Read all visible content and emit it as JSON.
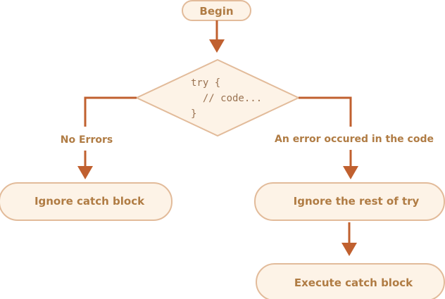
{
  "colors": {
    "node_fill": "#fdf3e7",
    "node_stroke": "#e2bb9a",
    "label_text": "#b07c44",
    "code_text": "#9a7352",
    "arrow": "#c0602f",
    "background": "#ffffff"
  },
  "diagram": {
    "begin_label": "Begin",
    "decision_code_lines": [
      "try {",
      "  // code...",
      "}"
    ],
    "left_edge_label": "No Errors",
    "right_edge_label": "An error occured in the code",
    "ignore_catch_label": "Ignore catch block",
    "ignore_rest_label": "Ignore the rest of try",
    "execute_catch_label": "Execute catch block"
  }
}
